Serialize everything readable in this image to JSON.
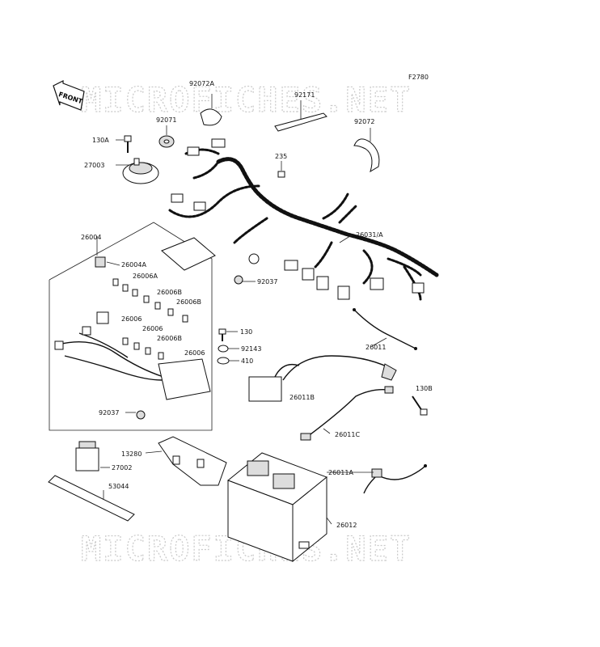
{
  "figure_id": "F2780",
  "watermark": "MICROFICHES.NET",
  "front_arrow_label": "FRONT",
  "parts": [
    {
      "id": "p-92072A",
      "label": "92072A"
    },
    {
      "id": "p-92171",
      "label": "92171"
    },
    {
      "id": "p-92071",
      "label": "92071"
    },
    {
      "id": "p-92072",
      "label": "92072"
    },
    {
      "id": "p-130A",
      "label": "130A"
    },
    {
      "id": "p-27003",
      "label": "27003"
    },
    {
      "id": "p-235",
      "label": "235"
    },
    {
      "id": "p-26004",
      "label": "26004"
    },
    {
      "id": "p-26031A",
      "label": "26031/A"
    },
    {
      "id": "p-26004A",
      "label": "26004A"
    },
    {
      "id": "p-26006A",
      "label": "26006A"
    },
    {
      "id": "p-92037a",
      "label": "92037"
    },
    {
      "id": "p-26006B-1",
      "label": "26006B"
    },
    {
      "id": "p-26006B-2",
      "label": "26006B"
    },
    {
      "id": "p-26006-1",
      "label": "26006"
    },
    {
      "id": "p-26006-2",
      "label": "26006"
    },
    {
      "id": "p-26006B-3",
      "label": "26006B"
    },
    {
      "id": "p-26006-3",
      "label": "26006"
    },
    {
      "id": "p-130",
      "label": "130"
    },
    {
      "id": "p-92143",
      "label": "92143"
    },
    {
      "id": "p-410",
      "label": "410"
    },
    {
      "id": "p-26011",
      "label": "26011"
    },
    {
      "id": "p-26011B",
      "label": "26011B"
    },
    {
      "id": "p-130B",
      "label": "130B"
    },
    {
      "id": "p-92037b",
      "label": "92037"
    },
    {
      "id": "p-26011C",
      "label": "26011C"
    },
    {
      "id": "p-13280",
      "label": "13280"
    },
    {
      "id": "p-27002",
      "label": "27002"
    },
    {
      "id": "p-26011A",
      "label": "26011A"
    },
    {
      "id": "p-53044",
      "label": "53044"
    },
    {
      "id": "p-26012",
      "label": "26012"
    }
  ]
}
